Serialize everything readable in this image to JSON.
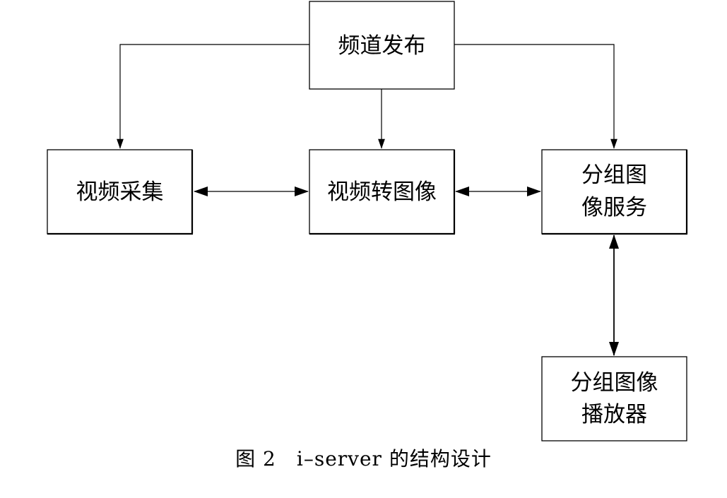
{
  "nodes": {
    "channel_publish": "频道发布",
    "video_capture": "视频采集",
    "video_to_image": "视频转图像",
    "group_image_service": [
      "分组图",
      "像服务"
    ],
    "group_image_player": [
      "分组图像",
      "播放器"
    ]
  },
  "caption": "图 2　i–server  的结构设计"
}
